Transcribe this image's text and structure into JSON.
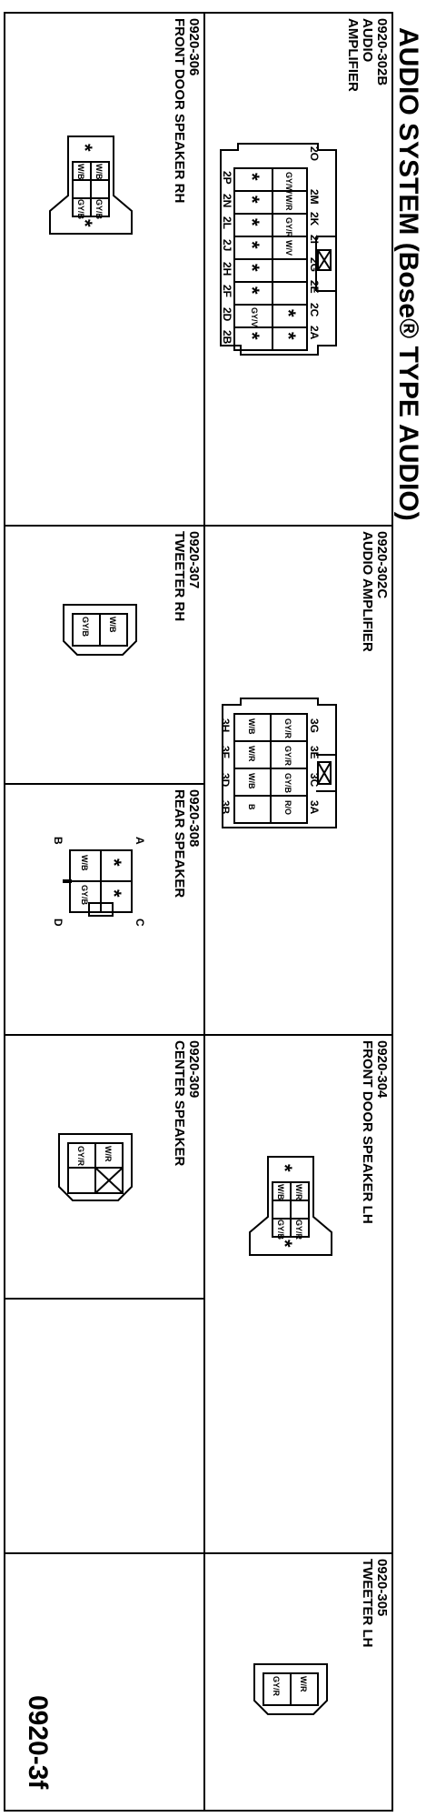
{
  "header": {
    "title": "AUDIO SYSTEM (Bose® TYPE AUDIO)",
    "page_id": "0920-3f"
  },
  "connectors": {
    "c302b": {
      "code": "0920-302B",
      "name_line1": "AUDIO",
      "name_line2": "AMPLIFIER",
      "top_pins": [
        "2M",
        "2K",
        "2I",
        "2G",
        "2E",
        "2C",
        "2A"
      ],
      "bottom_pins": [
        "2P",
        "2N",
        "2L",
        "2J",
        "2H",
        "2F",
        "2D",
        "2B"
      ],
      "side_pin": "2O",
      "top_cells": [
        "GY/W",
        "W/R",
        "GY/R",
        "W/V",
        "*",
        "*"
      ],
      "bottom_cells": [
        "*",
        "*",
        "*",
        "*",
        "*",
        "*",
        "GY/V",
        "*"
      ]
    },
    "c302c": {
      "code": "0920-302C",
      "name": "AUDIO AMPLIFIER",
      "top_pins": [
        "3G",
        "3E",
        "3C",
        "3A"
      ],
      "bottom_pins": [
        "3H",
        "3F",
        "3D",
        "3B"
      ],
      "top_cells": [
        "GY/R",
        "GY/R",
        "GY/B",
        "R/O"
      ],
      "bottom_cells": [
        "W/B",
        "W/R",
        "W/B",
        "B"
      ]
    },
    "c304": {
      "code": "0920-304",
      "name": "FRONT DOOR SPEAKER LH",
      "asterisk": "*",
      "cells": [
        "W/R",
        "W/B",
        "GY/R",
        "GY/B"
      ]
    },
    "c305": {
      "code": "0920-305",
      "name": "TWEETER LH",
      "cells": [
        "W/R",
        "GY/R"
      ]
    },
    "c306": {
      "code": "0920-306",
      "name": "FRONT DOOR SPEAKER RH",
      "asterisk": "*",
      "cells": [
        "W/B",
        "W/B",
        "GY/B",
        "GY/B"
      ]
    },
    "c307": {
      "code": "0920-307",
      "name": "TWEETER RH",
      "cells": [
        "W/B",
        "GY/B"
      ]
    },
    "c308": {
      "code": "0920-308",
      "name": "REAR SPEAKER",
      "letters": [
        "A",
        "C",
        "B",
        "D"
      ],
      "cells": [
        "*",
        "*",
        "W/B",
        "GY/B"
      ]
    },
    "c309": {
      "code": "0920-309",
      "name": "CENTER SPEAKER",
      "cells": [
        "W/R",
        "GY/R"
      ]
    }
  }
}
